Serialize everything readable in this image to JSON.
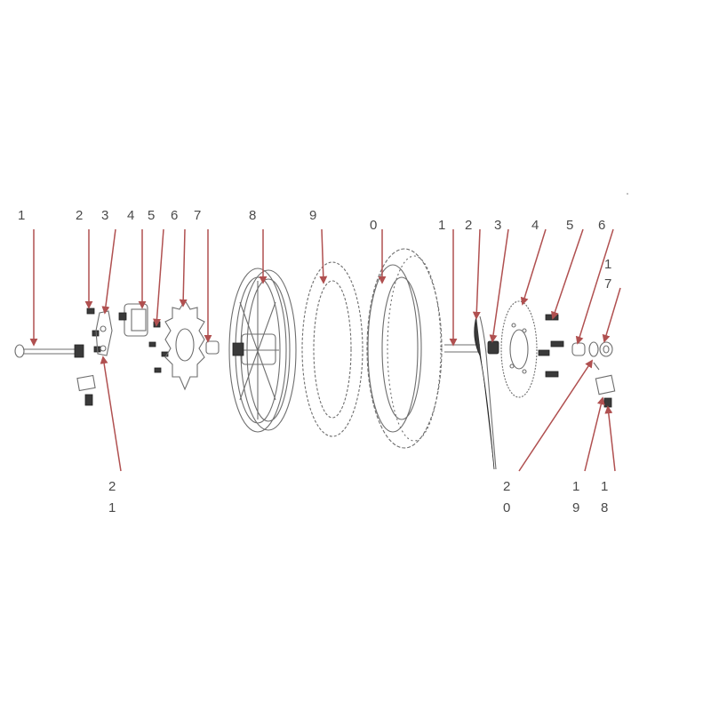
{
  "callouts": {
    "c1": "1",
    "c2": "2",
    "c3": "3",
    "c4": "4",
    "c5": "5",
    "c6": "6",
    "c7": "7",
    "c8": "8",
    "c9": "9",
    "c10": "0",
    "c11": "1",
    "c12": "2",
    "c13": "3",
    "c14": "4",
    "c15": "5",
    "c16": "6",
    "c17a": "1",
    "c17b": "7",
    "c21a": "2",
    "c21b": "1",
    "c20a": "2",
    "c20b": "0",
    "c19a": "1",
    "c19b": "9",
    "c18a": "1",
    "c18b": "8"
  },
  "colors": {
    "arrow": "#b05050",
    "line": "#6e6e6e",
    "text": "#4a4a4a"
  }
}
